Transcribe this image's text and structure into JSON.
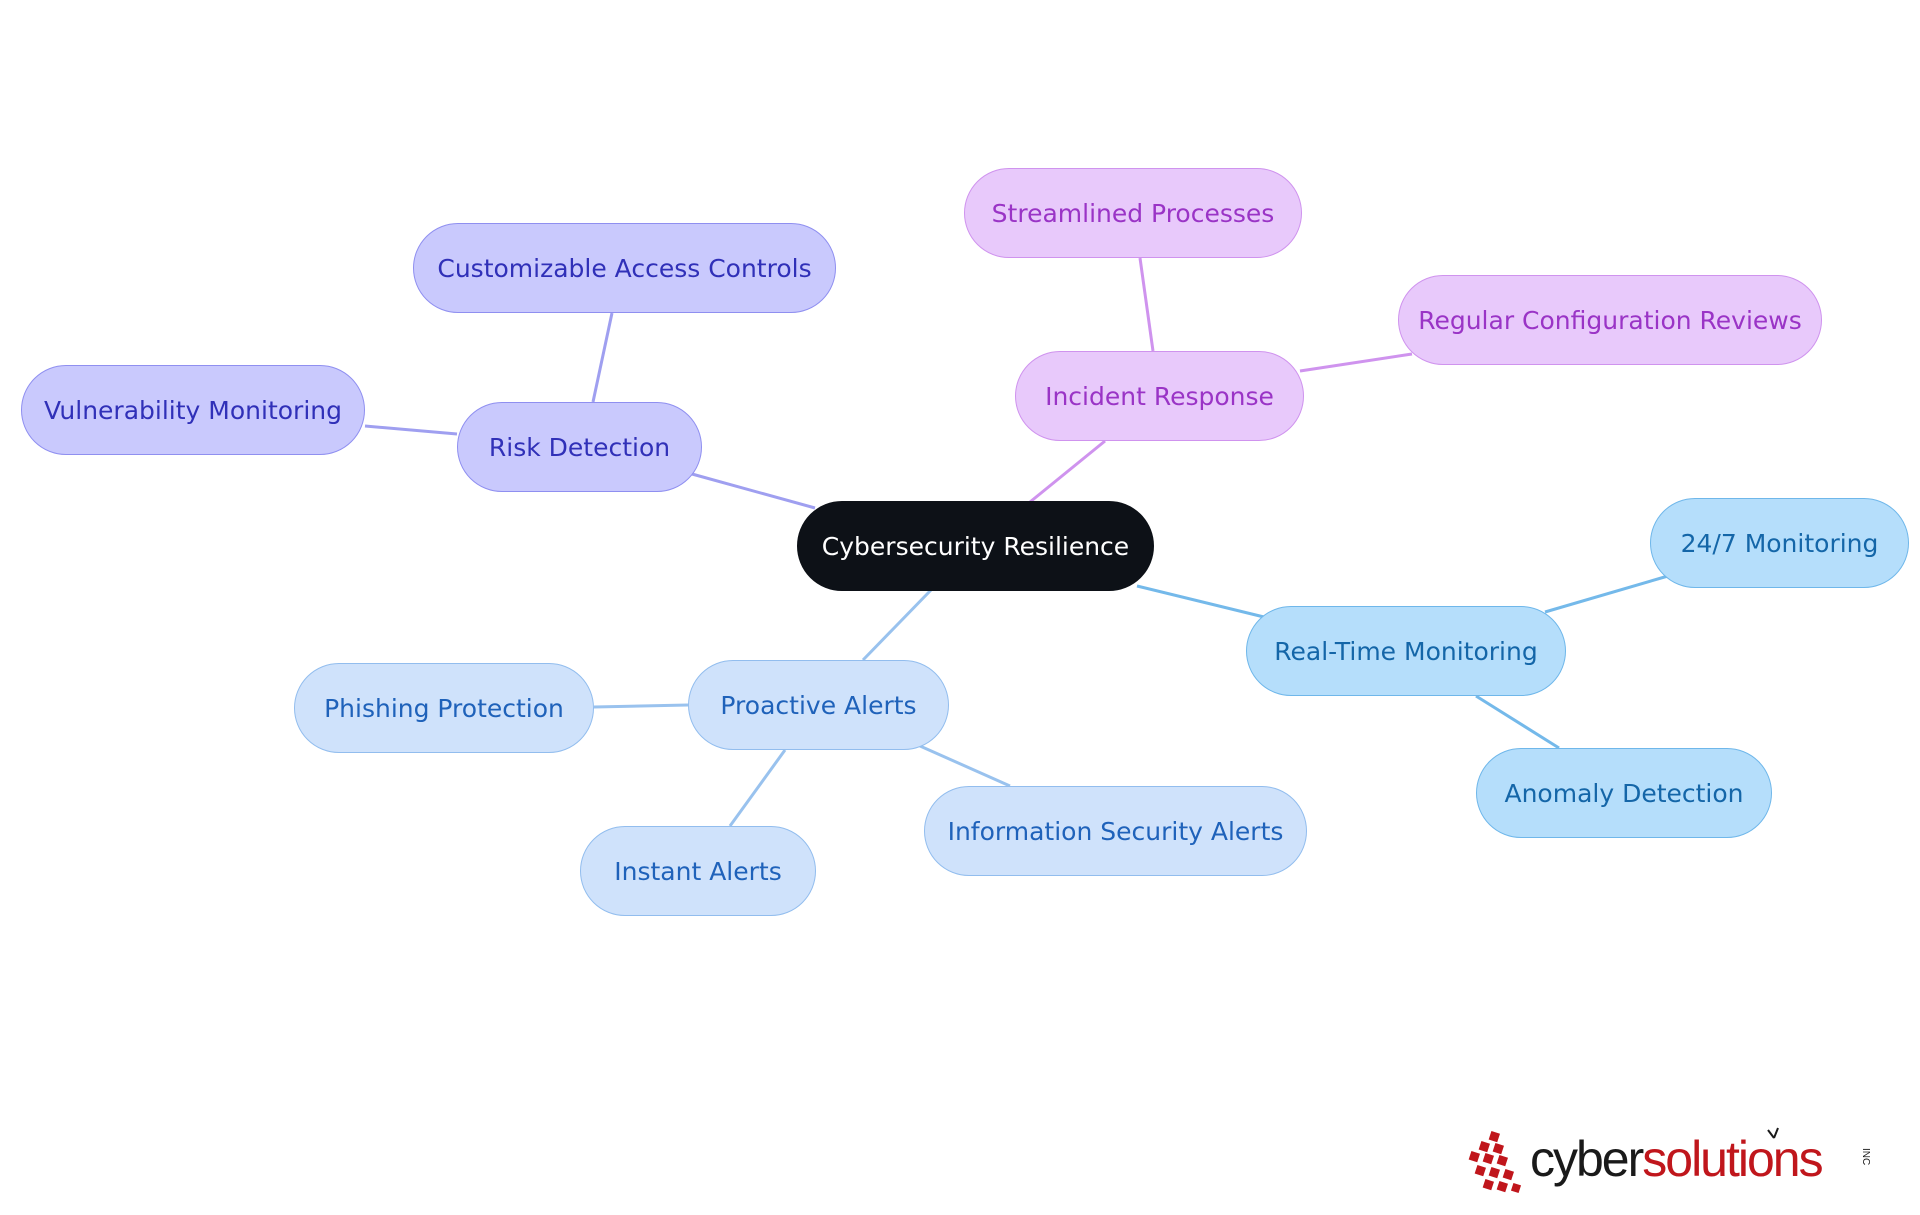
{
  "diagram": {
    "root": {
      "label": "Cybersecurity Resilience"
    },
    "branches": [
      {
        "label": "Risk Detection",
        "theme": "indigo",
        "children": [
          {
            "label": "Customizable Access Controls"
          },
          {
            "label": "Vulnerability Monitoring"
          }
        ]
      },
      {
        "label": "Incident Response",
        "theme": "violet",
        "children": [
          {
            "label": "Streamlined Processes"
          },
          {
            "label": "Regular Configuration Reviews"
          }
        ]
      },
      {
        "label": "Real-Time Monitoring",
        "theme": "sky",
        "children": [
          {
            "label": "24/7 Monitoring"
          },
          {
            "label": "Anomaly Detection"
          }
        ]
      },
      {
        "label": "Proactive Alerts",
        "theme": "blue",
        "children": [
          {
            "label": "Phishing Protection"
          },
          {
            "label": "Instant Alerts"
          },
          {
            "label": "Information Security Alerts"
          }
        ]
      }
    ]
  },
  "themes": {
    "root": {
      "fill": "#0d1117",
      "stroke": "#0d1117",
      "text": "#ffffff"
    },
    "indigo": {
      "fill": "#c9c9fd",
      "stroke": "#8f8ff0",
      "text": "#3030b8",
      "edge": "#9f9ff0"
    },
    "violet": {
      "fill": "#e8c9fb",
      "stroke": "#cf93ee",
      "text": "#9a34c6",
      "edge": "#cf93ee"
    },
    "sky": {
      "fill": "#b5defb",
      "stroke": "#6fb7ea",
      "text": "#1466a8",
      "edge": "#74b9ea"
    },
    "blue": {
      "fill": "#cfe2fb",
      "stroke": "#92bdee",
      "text": "#1f62ba",
      "edge": "#99c2ee"
    }
  },
  "logo": {
    "word_left": "cyber",
    "word_right": "solutions",
    "suffix": "INC",
    "colors": {
      "dark": "#1a1a1a",
      "red": "#c0161c"
    }
  }
}
